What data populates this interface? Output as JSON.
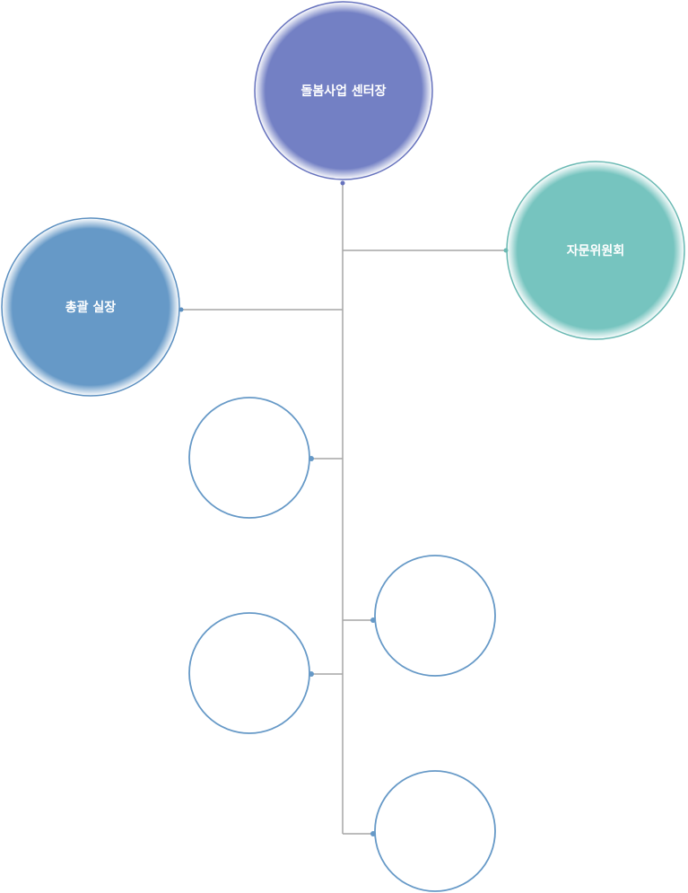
{
  "diagram": {
    "type": "org-chart",
    "nodes": [
      {
        "id": "director",
        "label": "돌봄사업 센터장",
        "style": "filled",
        "fill": "#7380c4",
        "stroke": "#6672bd"
      },
      {
        "id": "advisory",
        "label": "자문위원회",
        "style": "filled",
        "fill": "#76c4bf",
        "stroke": "#6ab9b3"
      },
      {
        "id": "general-manager",
        "label": "총괄 실장",
        "style": "filled",
        "fill": "#6699c7",
        "stroke": "#5b8fc0"
      },
      {
        "id": "team-1",
        "label": "",
        "style": "outline",
        "fill": "#ffffff",
        "stroke": "#6699c7"
      },
      {
        "id": "team-2",
        "label": "",
        "style": "outline",
        "fill": "#ffffff",
        "stroke": "#6699c7"
      },
      {
        "id": "team-3",
        "label": "",
        "style": "outline",
        "fill": "#ffffff",
        "stroke": "#6699c7"
      },
      {
        "id": "team-4",
        "label": "",
        "style": "outline",
        "fill": "#ffffff",
        "stroke": "#6699c7"
      }
    ],
    "connector_color": "#a6a6a6"
  }
}
